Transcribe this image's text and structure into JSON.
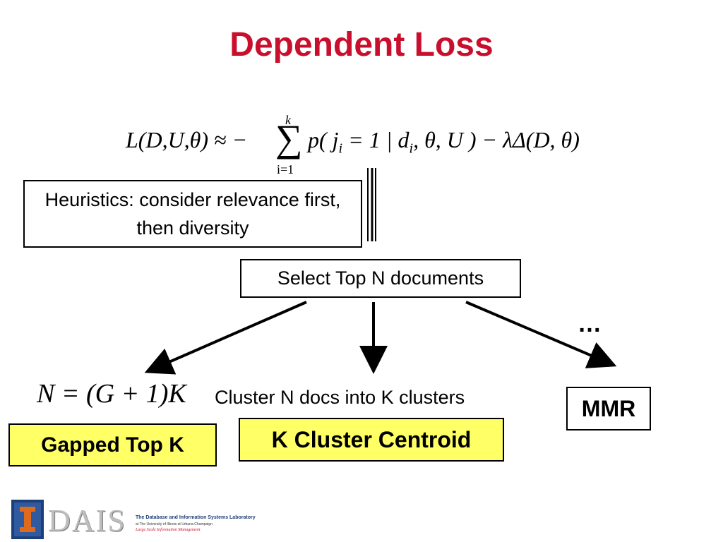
{
  "title": "Dependent Loss",
  "formula": {
    "lhs": "L(D,U,θ) ≈ −",
    "sum_upper": "k",
    "sum_lower": "i=1",
    "rhs": "p( j",
    "rhs_sub": "i",
    "rhs2": " = 1 | d",
    "rhs2_sub": "i",
    "rhs3": ", θ, U ) − λΔ(D, θ)"
  },
  "heuristics_text": "Heuristics: consider relevance first, then diversity",
  "select_text": "Select Top N documents",
  "ellipsis": "…",
  "gapped_formula": "N = (G + 1)K",
  "cluster_text": "Cluster N docs into K clusters",
  "gapped_label": "Gapped Top K",
  "kcluster_label": "K Cluster Centroid",
  "mmr_label": "MMR",
  "logo": {
    "name": "DAIS",
    "line1": "The Database and Information Systems Laboratory",
    "line2": "at The University of Illinois at Urbana-Champaign",
    "line3": "Large Scale Information Management"
  },
  "colors": {
    "title": "#c8102e",
    "highlight": "#ffff66",
    "logo_blue": "#1c3f7a",
    "logo_orange": "#e06a1b"
  }
}
